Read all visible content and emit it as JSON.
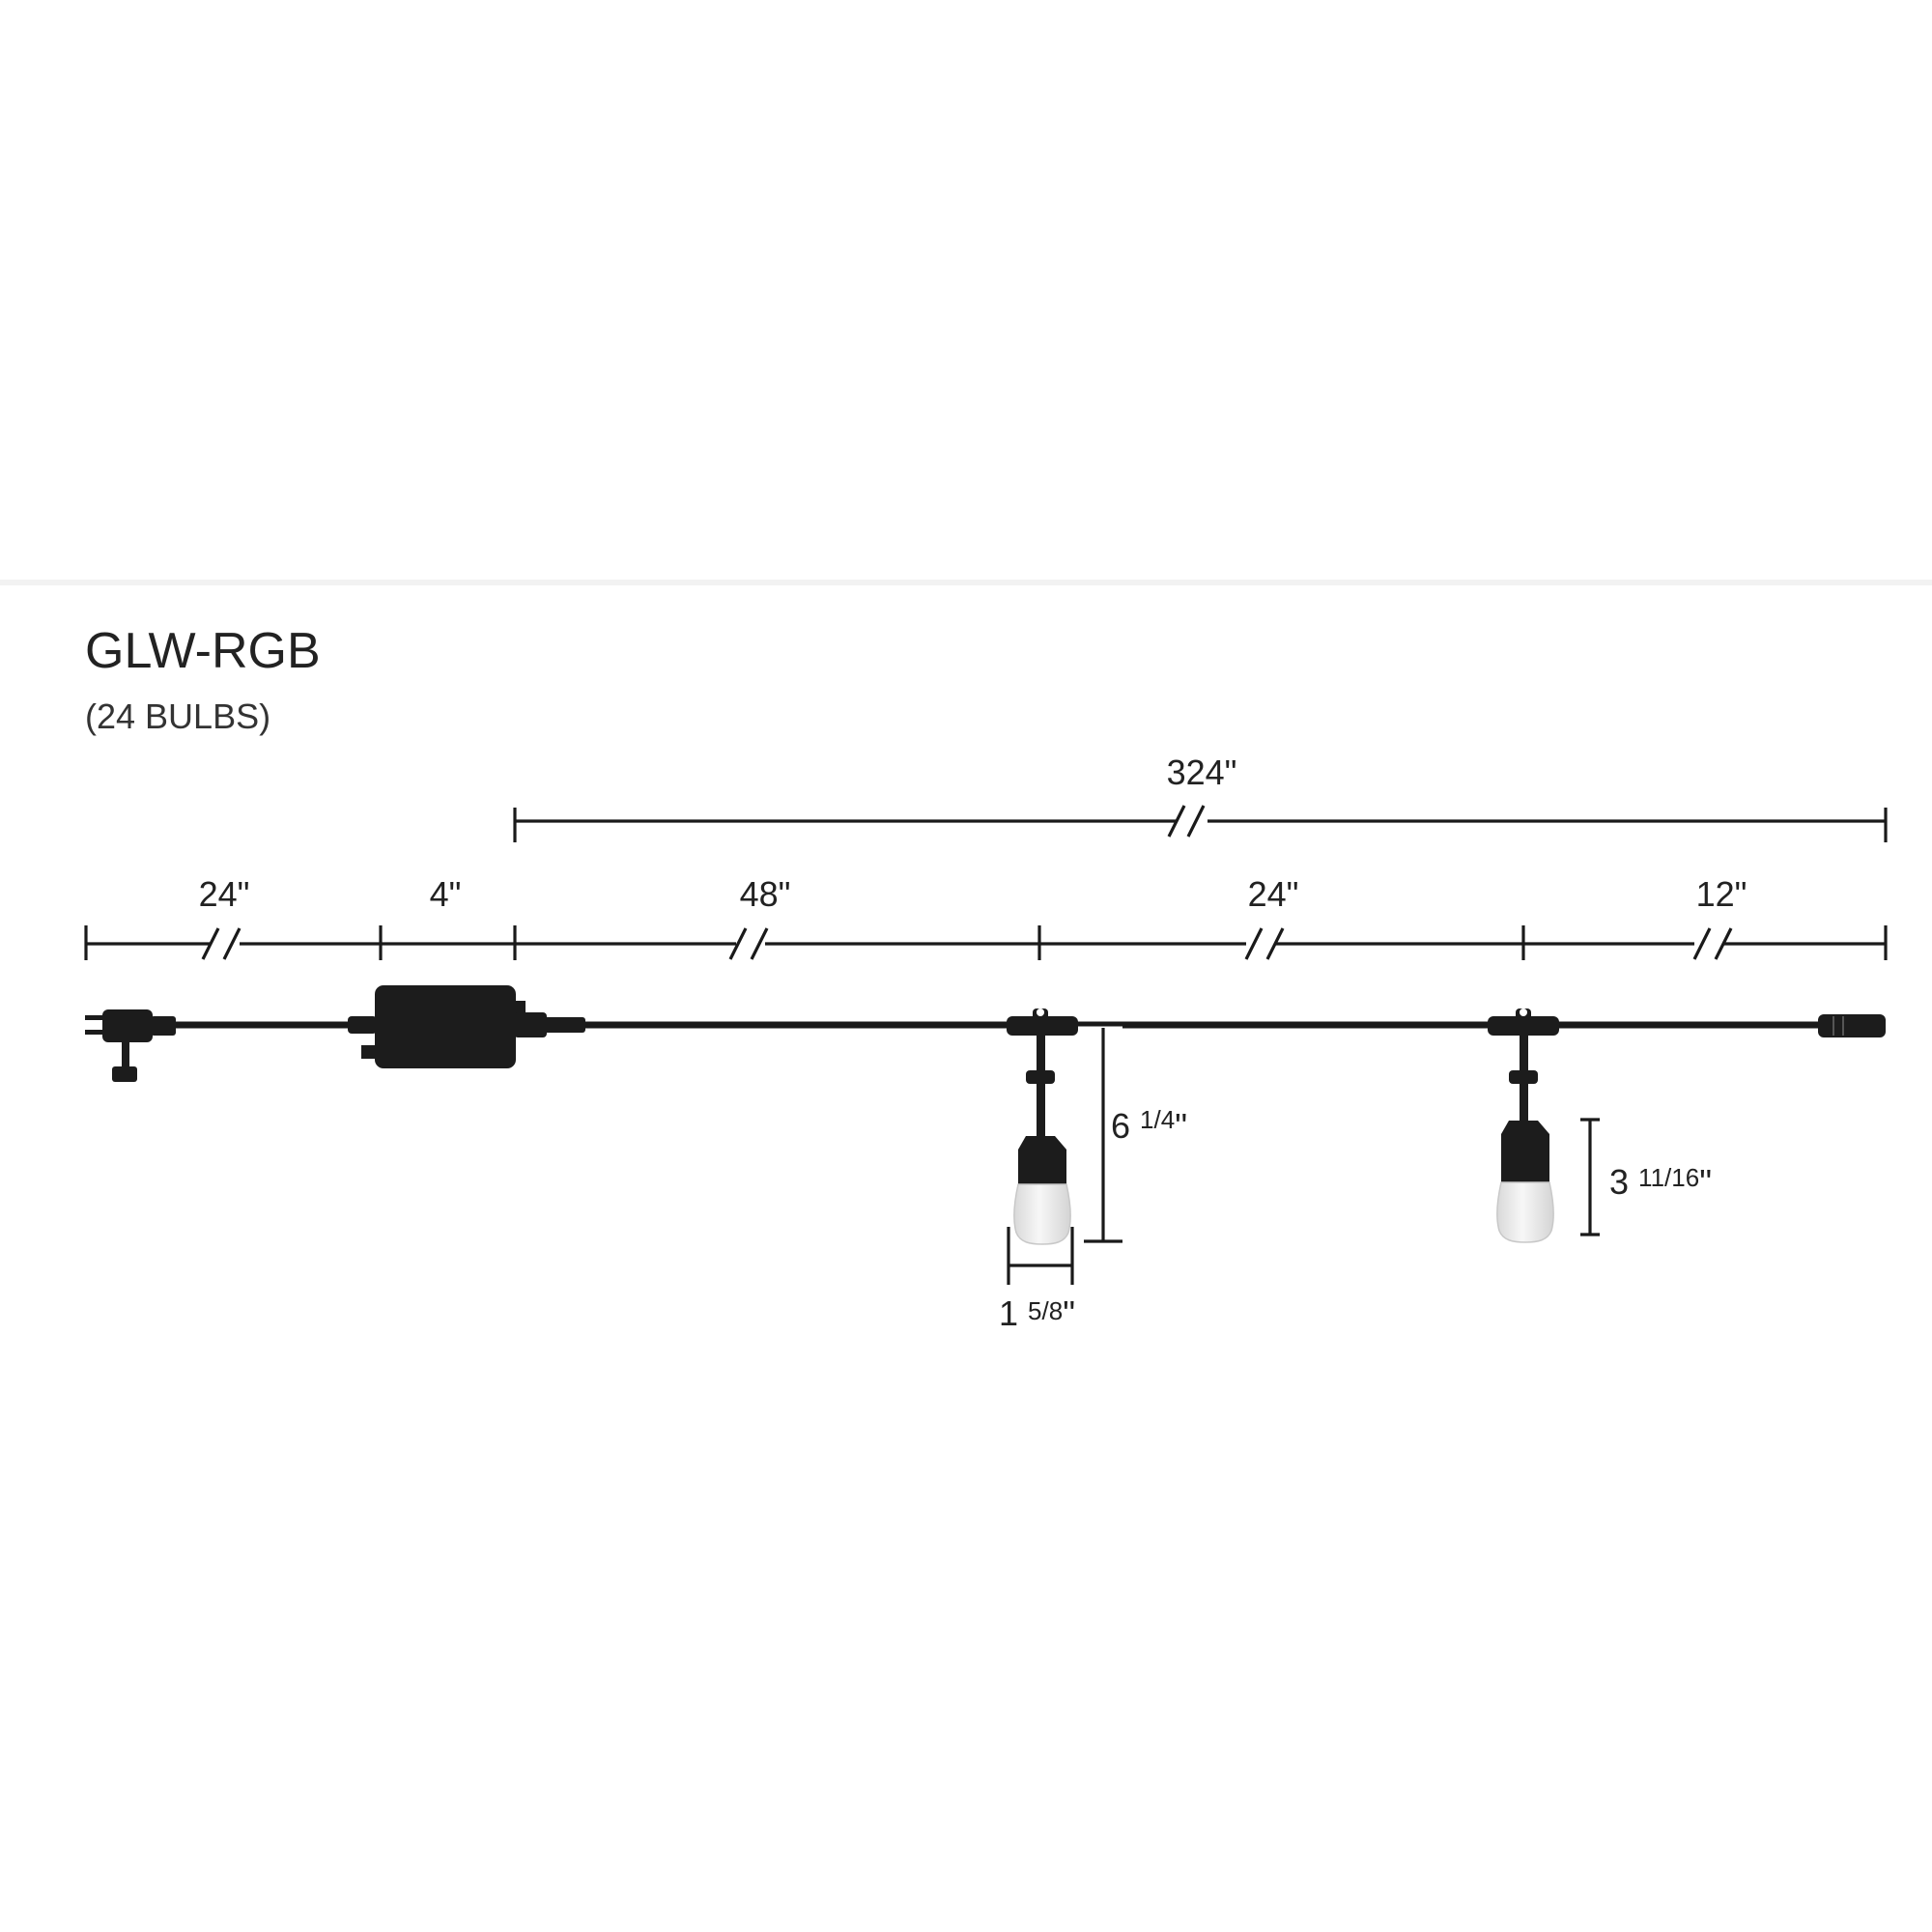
{
  "header": {
    "model": "GLW-RGB",
    "bulb_count": "(24 BULBS)"
  },
  "dimensions": {
    "overall": "324\"",
    "plug_lead": "24\"",
    "controller": "4\"",
    "first_bulb": "48\"",
    "bulb_spacing": "24\"",
    "end_lead": "12\""
  },
  "bulb_dims": {
    "drop_whole": "6",
    "drop_frac": "1/4",
    "bulb_height_whole": "3",
    "bulb_height_frac": "11/16",
    "bulb_width_whole": "1",
    "bulb_width_frac": "5/8",
    "inch_mark": "\""
  },
  "colors": {
    "ink": "#1a1a1a",
    "bulb_glass": "#efefef"
  },
  "icons": [
    "plug-icon",
    "controller-box-icon",
    "bulb-icon",
    "end-connector-icon"
  ]
}
